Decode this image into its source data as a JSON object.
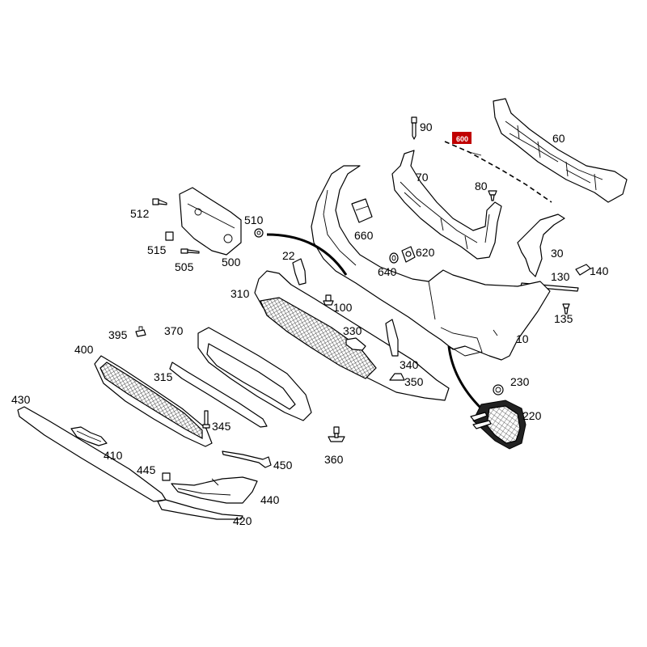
{
  "diagram": {
    "highlight_color": "#c00000",
    "labels": {
      "p10": "10",
      "p22": "22",
      "p30": "30",
      "p60": "60",
      "p70": "70",
      "p80": "80",
      "p90": "90",
      "p100": "100",
      "p130": "130",
      "p135": "135",
      "p140": "140",
      "p220": "220",
      "p230": "230",
      "p310": "310",
      "p315": "315",
      "p330": "330",
      "p340": "340",
      "p345": "345",
      "p350": "350",
      "p360": "360",
      "p370": "370",
      "p395": "395",
      "p400": "400",
      "p410": "410",
      "p420": "420",
      "p430": "430",
      "p440": "440",
      "p445": "445",
      "p450": "450",
      "p500": "500",
      "p505": "505",
      "p510": "510",
      "p512": "512",
      "p515": "515",
      "p600": "600",
      "p620": "620",
      "p640": "640",
      "p660": "660"
    }
  }
}
